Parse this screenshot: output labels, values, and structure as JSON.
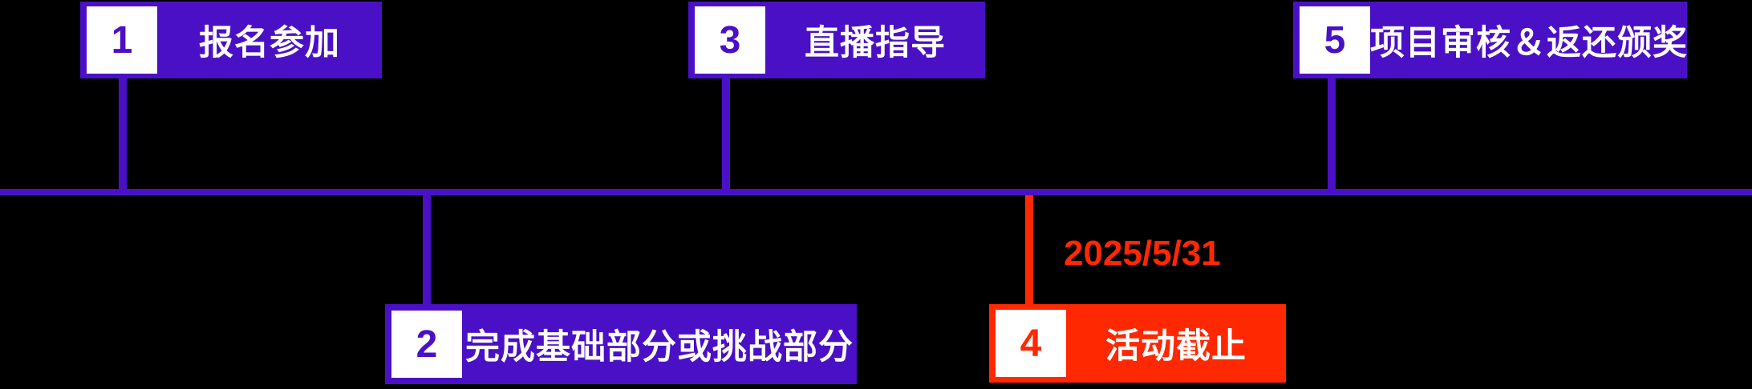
{
  "colors": {
    "purple": "#4a10c6",
    "red": "#ff2800",
    "background": "#000000",
    "box_text": "#ffffff"
  },
  "timeline": {
    "type": "horizontal-event-timeline",
    "deadline_date": "2025/5/31"
  },
  "steps": [
    {
      "number": "1",
      "label": "报名参加",
      "position": "top",
      "color": "purple"
    },
    {
      "number": "2",
      "label": "完成基础部分或挑战部分",
      "position": "bottom",
      "color": "purple"
    },
    {
      "number": "3",
      "label": "直播指导",
      "position": "top",
      "color": "purple"
    },
    {
      "number": "4",
      "label": "活动截止",
      "position": "bottom",
      "color": "red",
      "date": "2025/5/31"
    },
    {
      "number": "5",
      "label": "项目审核＆返还颁奖",
      "position": "top",
      "color": "purple"
    }
  ]
}
